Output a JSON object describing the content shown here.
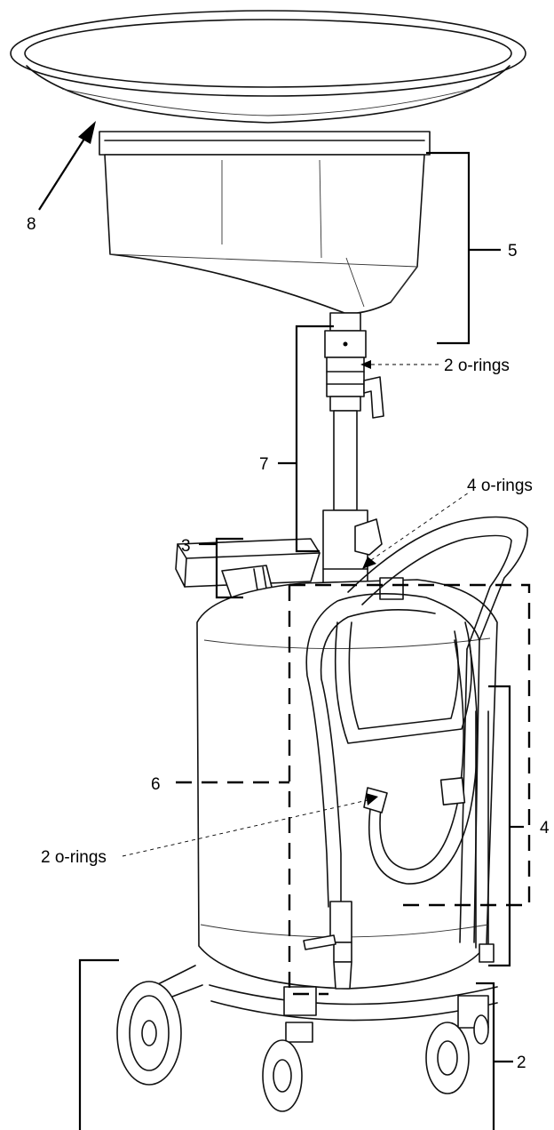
{
  "callouts": {
    "c2": "2",
    "c3": "3",
    "c4": "4",
    "c5": "5",
    "c6": "6",
    "c7": "7",
    "c8": "8",
    "orings_top": "2 o-rings",
    "orings_mid": "4 o-rings",
    "orings_low": "2 o-rings"
  }
}
